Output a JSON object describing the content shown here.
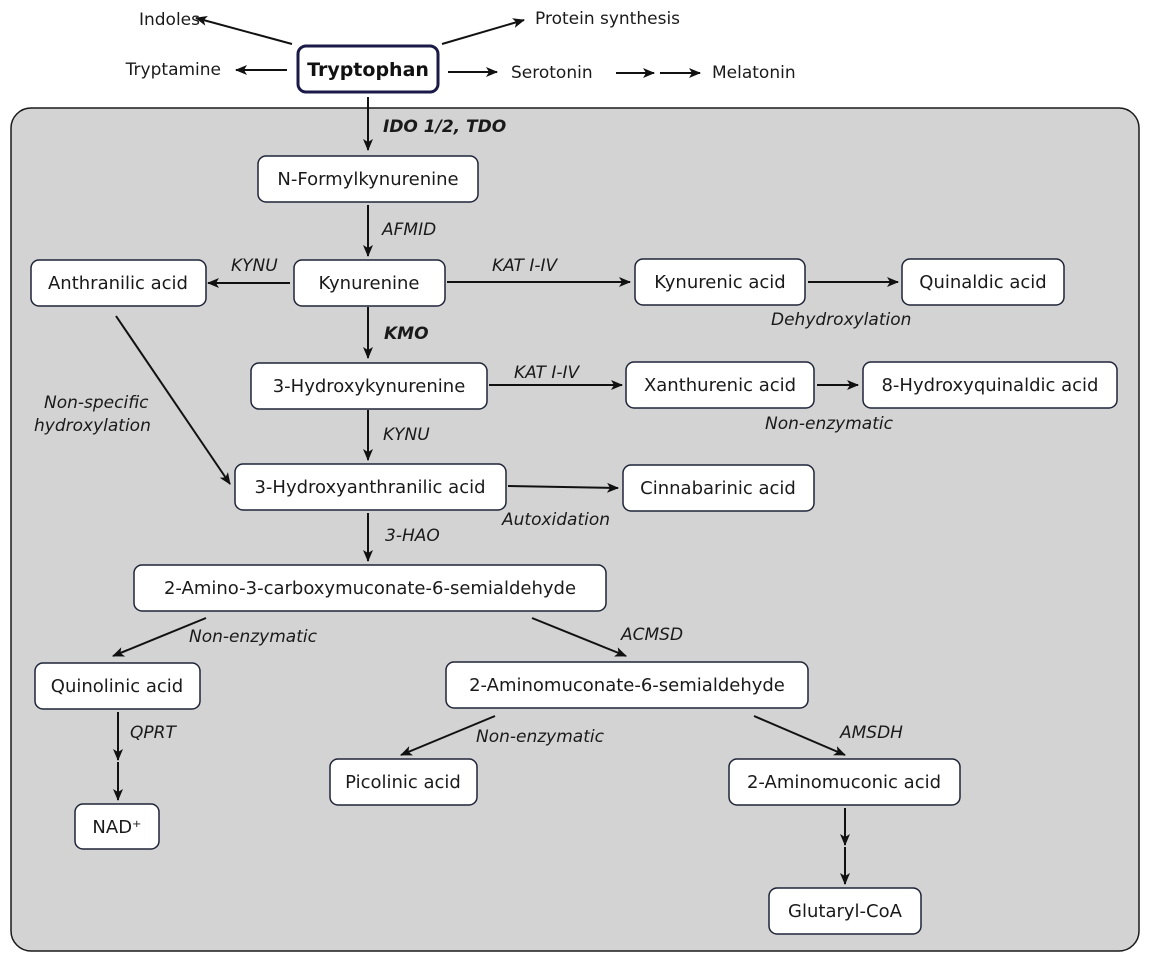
{
  "colors": {
    "panel": "#d3d3d3",
    "node_fill": "#ffffff",
    "node_border": "#1e2438",
    "arrow": "#111111"
  },
  "top": {
    "tryptophan": "Tryptophan",
    "indoles": "Indoles",
    "protein_synthesis": "Protein synthesis",
    "tryptamine": "Tryptamine",
    "serotonin": "Serotonin",
    "melatonin": "Melatonin"
  },
  "nodes": {
    "n_formylkynurenine": "N-Formylkynurenine",
    "anthranilic_acid": "Anthranilic acid",
    "kynurenine": "Kynurenine",
    "kynurenic_acid": "Kynurenic acid",
    "quinaldic_acid": "Quinaldic acid",
    "hydroxykynurenine": "3-Hydroxykynurenine",
    "xanthurenic_acid": "Xanthurenic acid",
    "hydroxyquinaldic_acid": "8-Hydroxyquinaldic acid",
    "hydroxyanthranilic_acid": "3-Hydroxyanthranilic acid",
    "cinnabarinic_acid": "Cinnabarinic acid",
    "acms": "2-Amino-3-carboxymuconate-6-semialdehyde",
    "quinolinic_acid": "Quinolinic acid",
    "amsa": "2-Aminomuconate-6-semialdehyde",
    "nad": "NAD⁺",
    "picolinic_acid": "Picolinic acid",
    "aminomuconic_acid": "2-Aminomuconic acid",
    "glutaryl_coa": "Glutaryl-CoA"
  },
  "enzymes": {
    "ido_tdo": "IDO 1/2, TDO",
    "afmid": "AFMID",
    "kynu_1": "KYNU",
    "kat_1": "KAT I-IV",
    "dehydroxylation": "Dehydroxylation",
    "kmo": "KMO",
    "kat_2": "KAT I-IV",
    "nonspecific_hydroxylation_1": "Non-specific",
    "nonspecific_hydroxylation_2": "hydroxylation",
    "non_enzymatic_1": "Non-enzymatic",
    "kynu_2": "KYNU",
    "autoxidation": "Autoxidation",
    "hao": "3-HAO",
    "non_enzymatic_2": "Non-enzymatic",
    "acmsd": "ACMSD",
    "qprt": "QPRT",
    "non_enzymatic_3": "Non-enzymatic",
    "amsdh": "AMSDH"
  }
}
